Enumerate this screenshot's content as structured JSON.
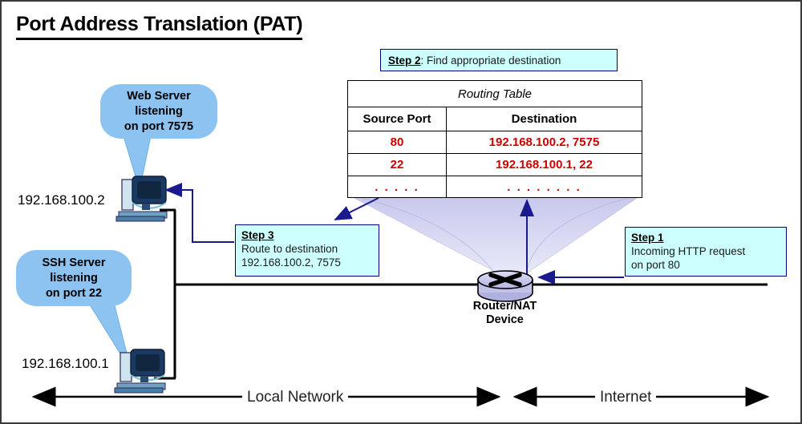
{
  "page": {
    "title": "Port Address Translation (PAT)"
  },
  "steps": {
    "step1": {
      "head": "Step 1",
      "line1": "Incoming HTTP request",
      "line2": "on port 80"
    },
    "step2": {
      "head": "Step 2",
      "text": ": Find appropriate destination"
    },
    "step3": {
      "head": "Step 3",
      "line1": "Route to destination",
      "line2": "192.168.100.2, 7575"
    }
  },
  "chart_data": {
    "type": "table",
    "title": "Routing Table",
    "columns": [
      "Source Port",
      "Destination"
    ],
    "rows": [
      [
        "80",
        "192.168.100.2, 7575"
      ],
      [
        "22",
        "192.168.100.1, 22"
      ],
      [
        ". . . . .",
        ". . . . . . . ."
      ]
    ]
  },
  "hosts": {
    "web_server": {
      "callout_line1": "Web Server",
      "callout_line2": "listening",
      "callout_line3": "on port 7575",
      "ip": "192.168.100.2"
    },
    "ssh_server": {
      "callout_line1": "SSH Server",
      "callout_line2": "listening",
      "callout_line3": "on port 22",
      "ip": "192.168.100.1"
    }
  },
  "router": {
    "line1": "Router/NAT",
    "line2": "Device"
  },
  "zones": {
    "local": "Local Network",
    "internet": "Internet"
  },
  "colors": {
    "callout_blue": "#8cc3f0",
    "step_cyan": "#ccfffd",
    "table_red": "#cc0000",
    "arrow_navy": "#1a1a8c",
    "beam_lavender": "#cfcff0"
  }
}
